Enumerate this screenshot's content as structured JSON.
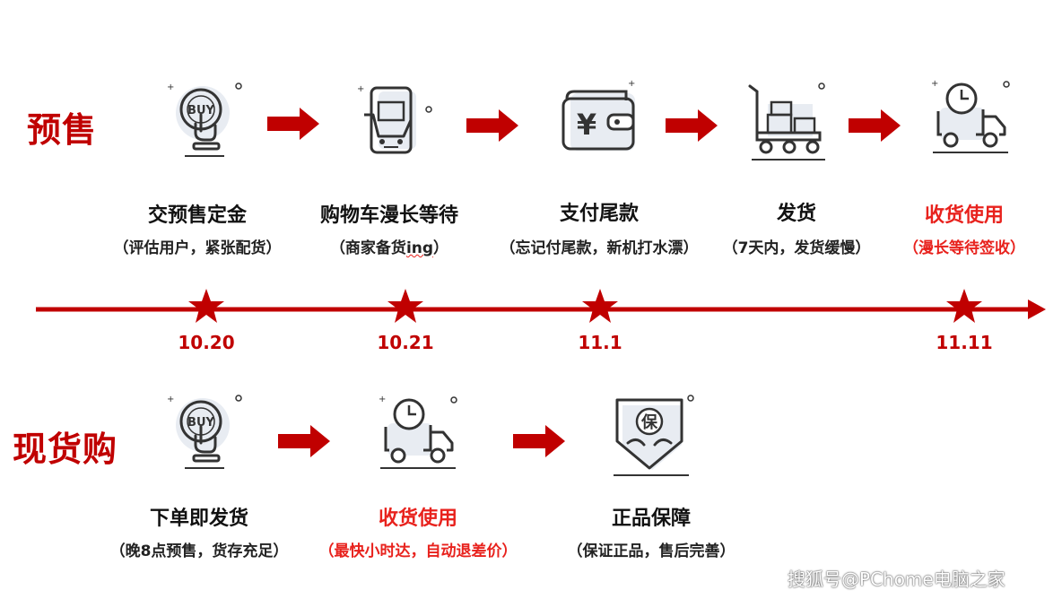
{
  "colors": {
    "accent": "#c00000",
    "highlight": "#e8221d",
    "arrow": "#c00000"
  },
  "presale": {
    "label": "预售",
    "steps": [
      {
        "icon": "buy-touch-icon",
        "title": "交预售定金",
        "sub": "（评估用户，紧张配货）"
      },
      {
        "icon": "shopping-cart-icon",
        "title": "购物车漫长等待",
        "sub_prefix": "（商家备货",
        "sub_marked": "ing",
        "sub_suffix": "）"
      },
      {
        "icon": "yuan-wallet-icon",
        "title": "支付尾款",
        "sub": "（忘记付尾款，新机打水漂）"
      },
      {
        "icon": "cargo-cart-icon",
        "title": "发货",
        "sub": "（7天内，发货缓慢）"
      },
      {
        "icon": "delivery-truck-clock-icon",
        "title": "收货使用",
        "sub": "（漫长等待签收）",
        "highlight": true
      }
    ]
  },
  "timeline": {
    "dates": [
      "10.20",
      "10.21",
      "11.1",
      "11.11"
    ]
  },
  "instock": {
    "label": "现货购",
    "steps": [
      {
        "icon": "buy-touch-icon",
        "title": "下单即发货",
        "sub": "（晚8点预售，货存充足）"
      },
      {
        "icon": "delivery-truck-clock-icon",
        "title": "收货使用",
        "sub": "（最快小时达，自动退差价）",
        "highlight": true
      },
      {
        "icon": "guarantee-shield-icon",
        "title": "正品保障",
        "sub": "（保证正品，售后完善）"
      }
    ]
  },
  "watermark": "搜狐号@PChome电脑之家"
}
